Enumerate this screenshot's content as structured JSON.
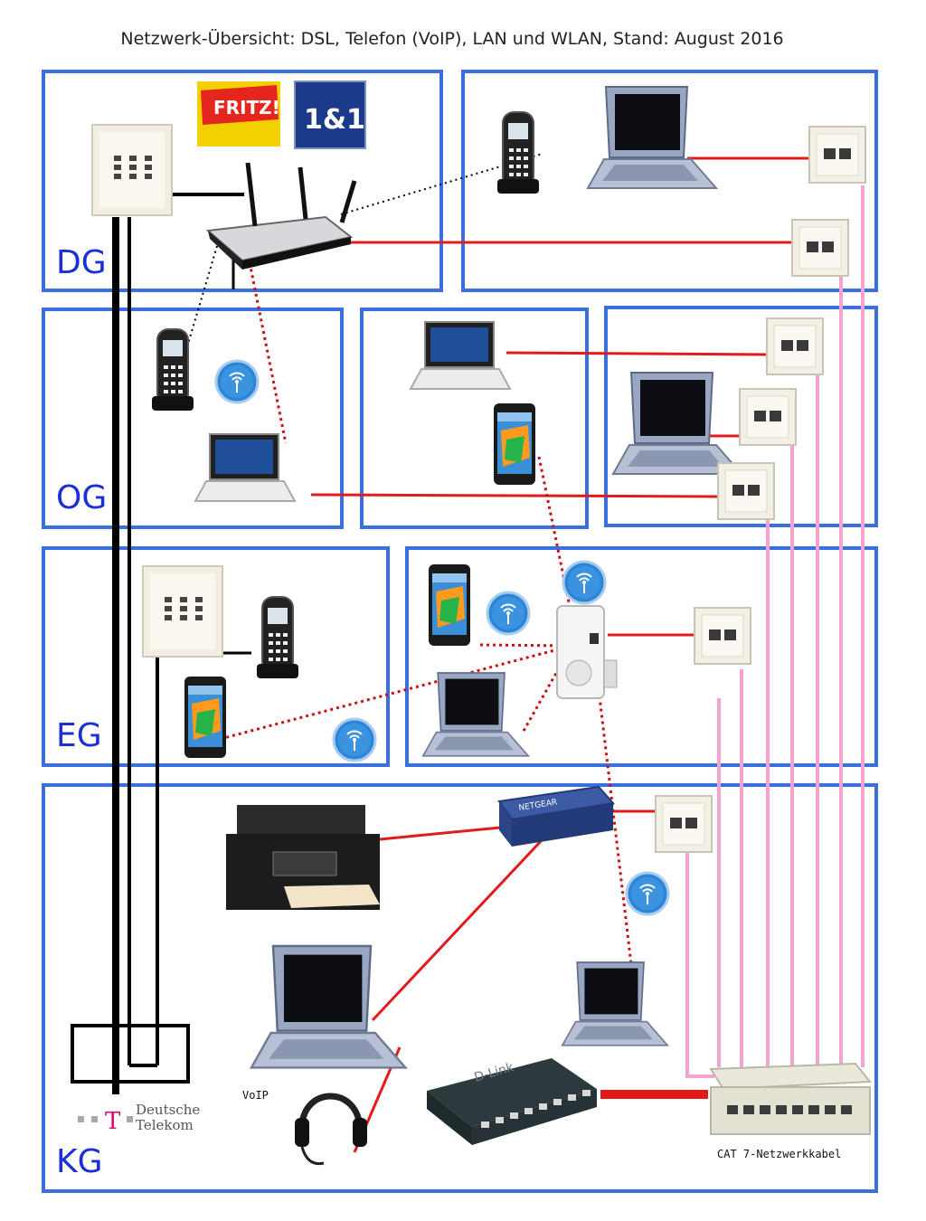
{
  "title": "Netzwerk-Übersicht: DSL, Telefon (VoIP), LAN und WLAN, Stand: August 2016",
  "floors": {
    "dg": "DG",
    "og": "OG",
    "eg": "EG",
    "kg": "KG"
  },
  "logos": {
    "fritz": "FRITZ!",
    "provider": "1&1",
    "switch_brand": "NETGEAR",
    "switch2_brand": "D-Link"
  },
  "labels": {
    "voip": "VoIP",
    "cable": "CAT 7-Netzwerkkabel",
    "telekom_line1": "Deutsche",
    "telekom_line2": "Telekom",
    "telekom_t": "T"
  },
  "colors": {
    "zone_border": "#3b6fe0",
    "lan": "#e11b1b",
    "wlan": "#cc1111",
    "cat7": "#f2a3cf",
    "phone_line": "#000000"
  }
}
